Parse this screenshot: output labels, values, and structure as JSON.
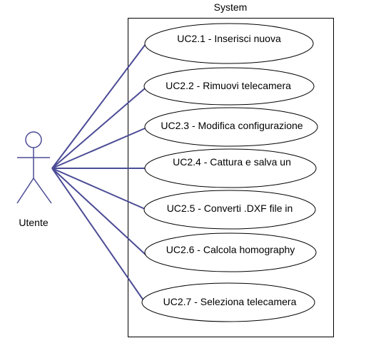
{
  "diagram": {
    "type": "uml-use-case",
    "system": {
      "label": "System"
    },
    "actor": {
      "label": "Utente"
    },
    "use_cases": [
      {
        "label": "UC2.1 - Inserisci nuova"
      },
      {
        "label": "UC2.2 - Rimuovi telecamera"
      },
      {
        "label": "UC2.3 - Modifica configurazione"
      },
      {
        "label": "UC2.4 - Cattura e salva un"
      },
      {
        "label": "UC2.5 - Converti .DXF file in"
      },
      {
        "label": "UC2.6 - Calcola homography"
      },
      {
        "label": "UC2.7 - Seleziona telecamera"
      }
    ],
    "colors": {
      "association": "#4b4b96",
      "outline": "#000000",
      "background": "#ffffff"
    }
  }
}
